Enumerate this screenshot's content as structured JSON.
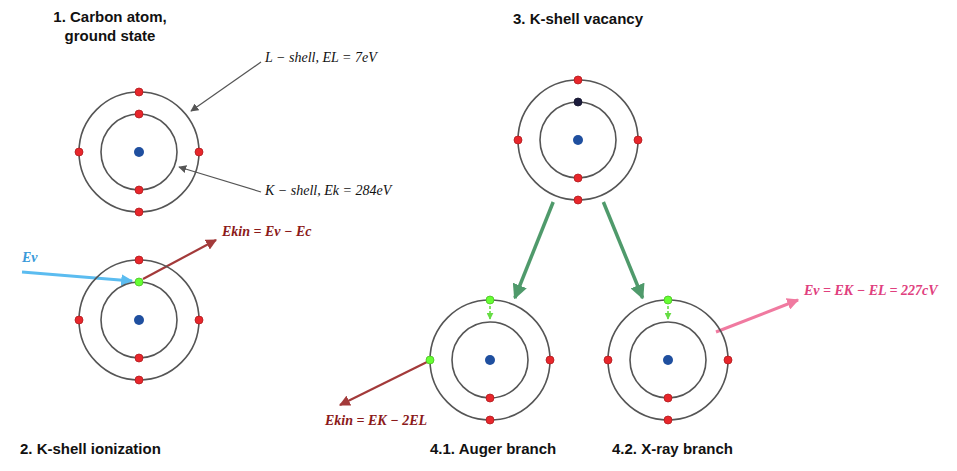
{
  "diagram": {
    "nodes": [
      {
        "text": [
          "1. Carbon atom, ground state"
        ]
      },
      {
        "text": [
          "2. K-shell ionization"
        ]
      },
      {
        "text": [
          "3. K-shell vacancy"
        ]
      },
      {
        "text": [
          "4.1. Auger branch"
        ]
      },
      {
        "text": [
          "4.2. X-ray branch"
        ]
      }
    ],
    "edges": [
      {
        "from": 2,
        "to": 3,
        "arrow": "to"
      },
      {
        "from": 2,
        "to": 4,
        "arrow": "to"
      }
    ],
    "labels": [
      "L − shell, EL = 7eV",
      "K − shell, Ek = 284eV",
      "Ev",
      "Ekin = Ev − Ec",
      "Ekin = EK − 2EL",
      "Ev = EK − EL = 227cV"
    ]
  }
}
